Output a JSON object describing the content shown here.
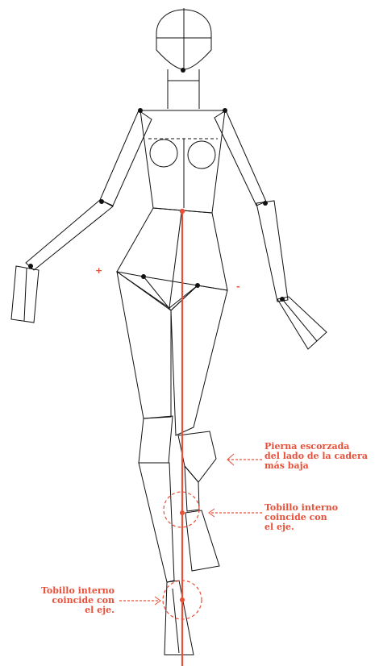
{
  "colors": {
    "accent": "#e8503a",
    "line": "#111111"
  },
  "signs": {
    "plus": "+",
    "minus": "-"
  },
  "annotations": {
    "foreshortened_leg": "Pierna escorzada\ndel lado de la cadera\nmás baja",
    "inner_ankle_right": "Tobillo interno\ncoincide con\nel eje.",
    "inner_ankle_left": "Tobillo interno\ncoincide con\nel eje."
  }
}
